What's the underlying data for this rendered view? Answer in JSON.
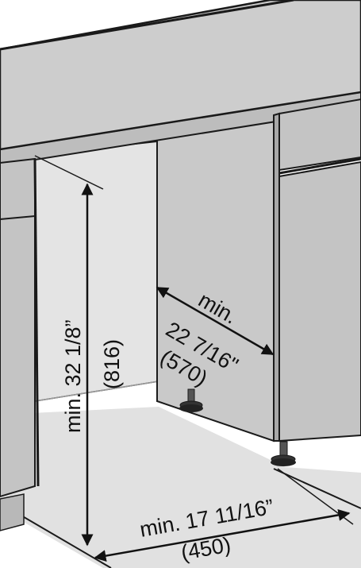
{
  "labels": {
    "height_imperial": "min. 32 1/8”",
    "height_metric": "(816)",
    "depth_prefix": "min.",
    "depth_imperial": "22 7/16\"",
    "depth_metric": "(570)",
    "width_imperial": "min. 17 11/16”",
    "width_metric": "(450)"
  },
  "colors": {
    "outline": "#1a1a1a",
    "countertop": "#cdcdcd",
    "cabinet_front": "#c4c4c4",
    "niche_back": "#e4e4e4",
    "niche_side": "#c9c9c9",
    "floor": "#e1e1e1",
    "arrow": "#111111",
    "dimension_text": "#111111"
  }
}
